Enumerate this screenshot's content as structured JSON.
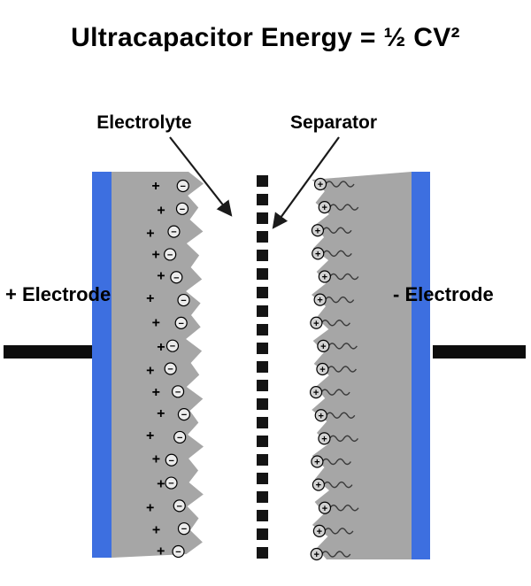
{
  "title": "Ultracapacitor Energy = ½ CV²",
  "labels": {
    "electrolyte": "Electrolyte",
    "separator": "Separator",
    "positive_electrode": "+ Electrode",
    "negative_electrode": "- Electrode"
  },
  "ions": {
    "left_cation_symbol": "+",
    "left_anion_symbol": "−",
    "right_ion_symbol": "+",
    "left_count": 17,
    "right_count": 17
  },
  "colors": {
    "background": "#ffffff",
    "electrode_gray": "#a6a6a6",
    "collector_blue": "#3d6fe0",
    "separator_black": "#141414",
    "terminal_black": "#0d0d0d",
    "ion_fill_left": "#ececec",
    "ion_fill_right": "#d2d2d2",
    "squiggle_gray": "#3a3a3a",
    "text_black": "#000000"
  }
}
